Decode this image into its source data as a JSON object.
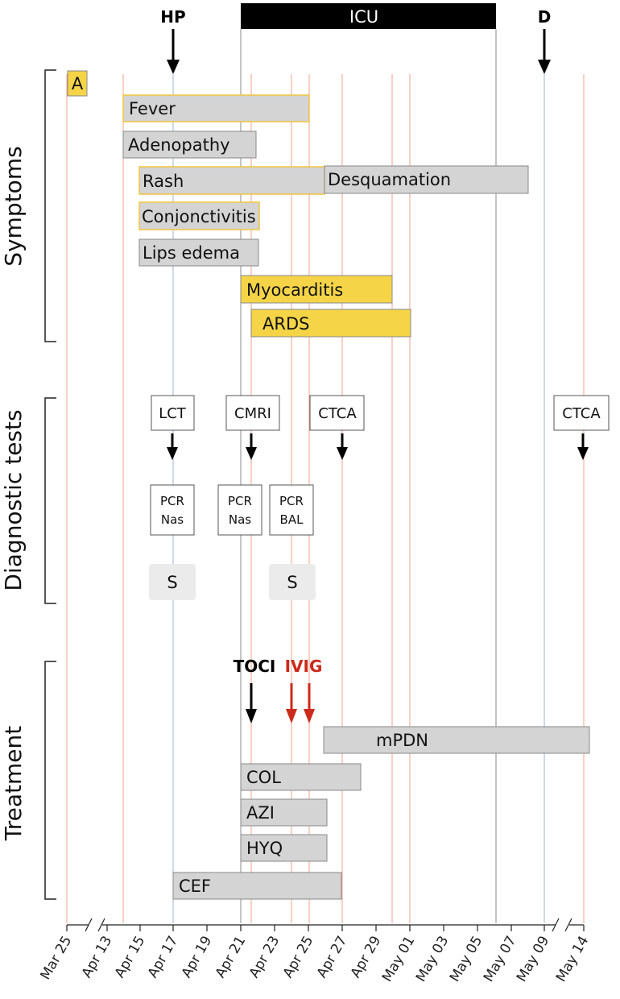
{
  "colors": {
    "yellow": "#f5d547",
    "gray_fill": "#d4d4d4",
    "gray_border": "#888888",
    "yellow_border": "#f0c542",
    "black": "#000000",
    "red": "#cc2a1b",
    "salmon_line": "#f0a08e",
    "blue_line": "#9fb4cf",
    "light_box": "#ebebeb"
  },
  "sections": [
    "Symptoms",
    "Diagnostic tests",
    "Treatment"
  ],
  "top_markers": {
    "hp": "HP",
    "icu": "ICU",
    "d": "D"
  },
  "axis_ticks": [
    "Mar 25",
    "Apr 13",
    "Apr 15",
    "Apr 17",
    "Apr 19",
    "Apr 21",
    "Apr 23",
    "Apr 25",
    "Apr 27",
    "Apr 29",
    "May 01",
    "May 03",
    "May 05",
    "May 07",
    "May 09",
    "May 14"
  ],
  "symptoms": [
    {
      "label": "A",
      "fill": "yellow",
      "border": "gray"
    },
    {
      "label": "Fever",
      "fill": "gray",
      "border": "yellow"
    },
    {
      "label": "Adenopathy",
      "fill": "gray",
      "border": "gray"
    },
    {
      "label": "Rash",
      "fill": "gray",
      "border": "yellow"
    },
    {
      "label": "Desquamation",
      "fill": "gray",
      "border": "gray"
    },
    {
      "label": "Conjonctivitis",
      "fill": "gray",
      "border": "yellow"
    },
    {
      "label": "Lips edema",
      "fill": "gray",
      "border": "gray"
    },
    {
      "label": "Myocarditis",
      "fill": "yellow",
      "border": "gray"
    },
    {
      "label": "ARDS",
      "fill": "yellow",
      "border": "gray"
    }
  ],
  "diagnostic_tests": {
    "row1": [
      "LCT",
      "CMRI",
      "CTCA",
      "CTCA"
    ],
    "row2": [
      {
        "line1": "PCR",
        "line2": "Nas"
      },
      {
        "line1": "PCR",
        "line2": "Nas"
      },
      {
        "line1": "PCR",
        "line2": "BAL"
      }
    ],
    "row3": [
      "S",
      "S"
    ]
  },
  "treatment_markers": {
    "toci": "TOCI",
    "ivig": "IVIG"
  },
  "treatments": [
    "mPDN",
    "COL",
    "AZI",
    "HYQ",
    "CEF"
  ]
}
